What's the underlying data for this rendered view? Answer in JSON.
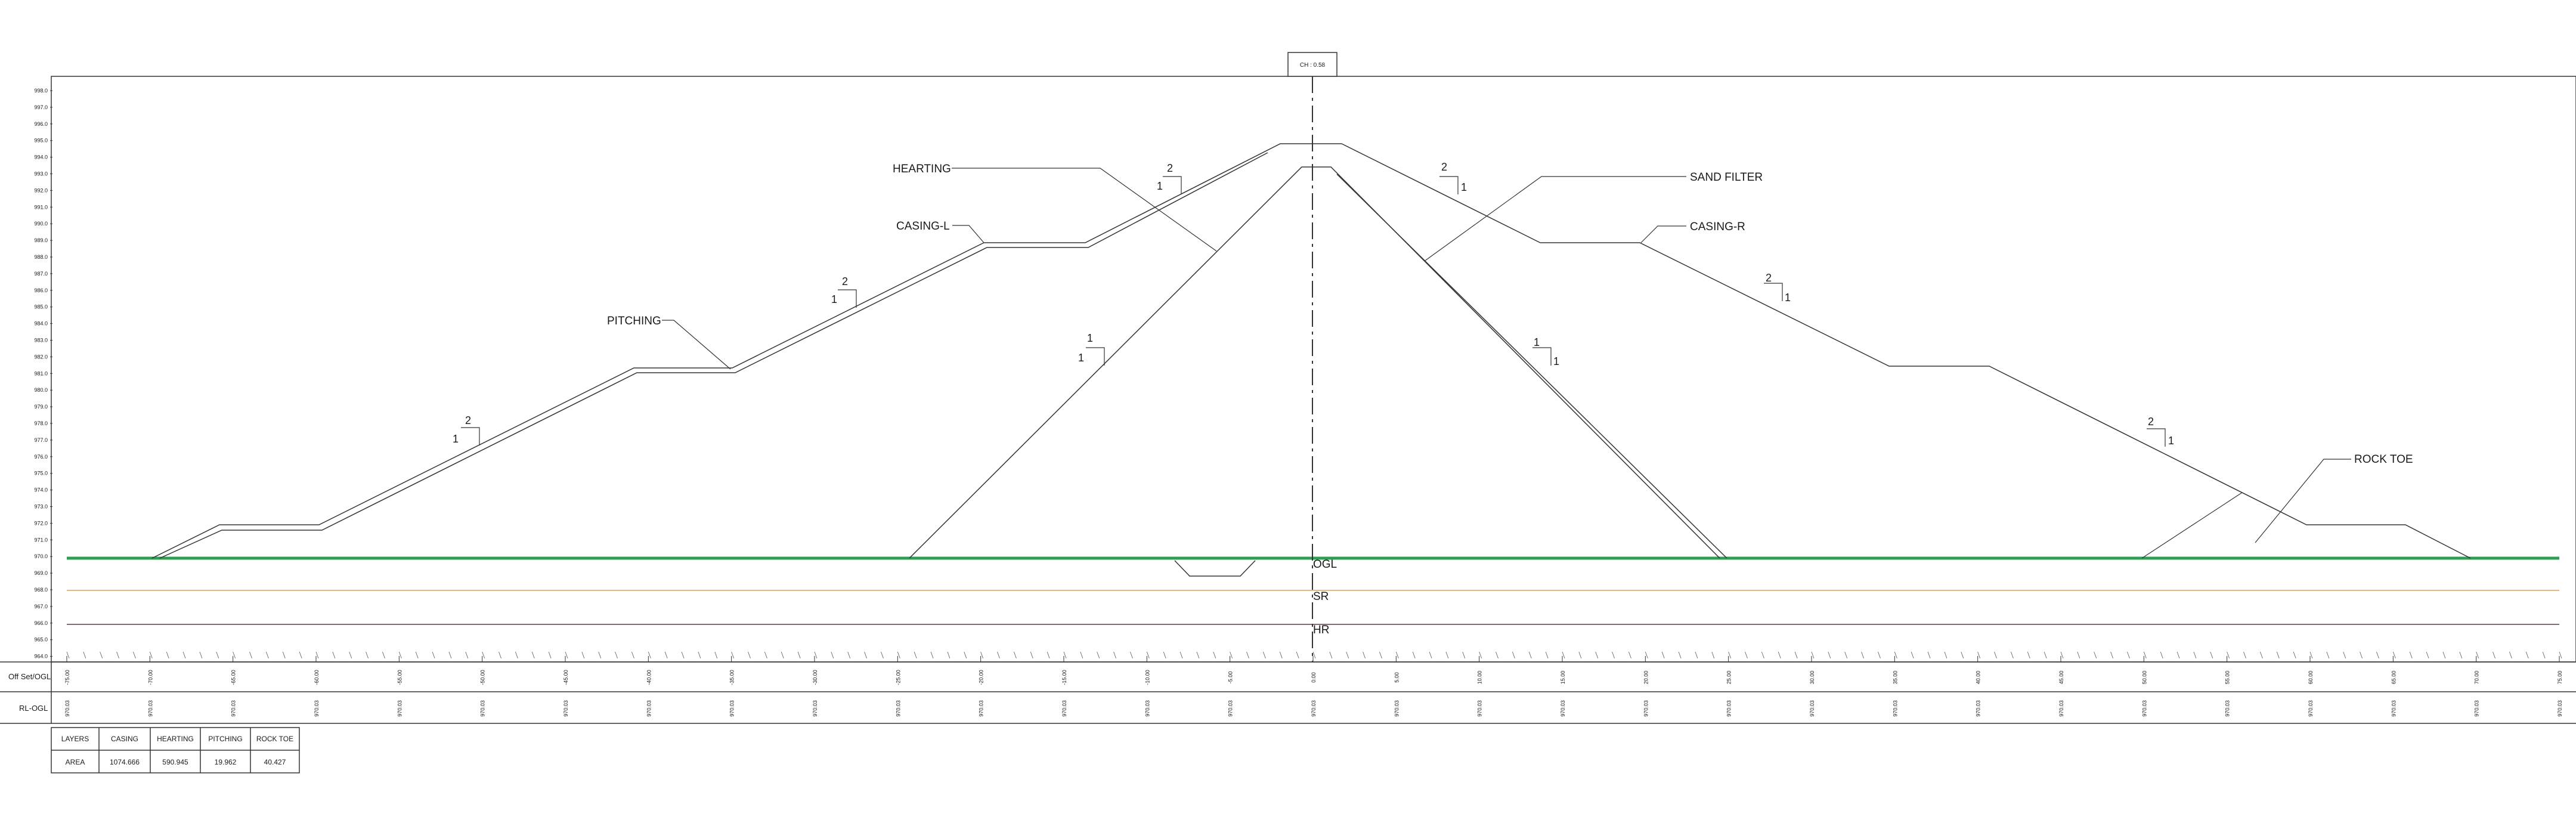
{
  "chainage": "CH : 0.58",
  "levels": [
    "998.0",
    "997.0",
    "996.0",
    "995.0",
    "994.0",
    "993.0",
    "992.0",
    "991.0",
    "990.0",
    "989.0",
    "988.0",
    "987.0",
    "986.0",
    "985.0",
    "984.0",
    "983.0",
    "982.0",
    "981.0",
    "980.0",
    "979.0",
    "978.0",
    "977.0",
    "976.0",
    "975.0",
    "974.0",
    "973.0",
    "972.0",
    "971.0",
    "970.0",
    "969.0",
    "968.0",
    "967.0",
    "966.0",
    "965.0",
    "964.0"
  ],
  "offsets": [
    "-75.00",
    "-70.00",
    "-65.00",
    "-60.00",
    "-55.00",
    "-50.00",
    "-45.00",
    "-40.00",
    "-35.00",
    "-30.00",
    "-25.00",
    "-20.00",
    "-15.00",
    "-10.00",
    "-5.00",
    "0.00",
    "5.00",
    "10.00",
    "15.00",
    "20.00",
    "25.00",
    "30.00",
    "35.00",
    "40.00",
    "45.00",
    "50.00",
    "55.00",
    "60.00",
    "65.00",
    "70.00",
    "75.00"
  ],
  "rl_value": "970.03",
  "rows": {
    "offset_label": "Off Set/OGL",
    "rl_label": "RL-OGL"
  },
  "labels": {
    "hearting": "HEARTING",
    "casing_l": "CASING-L",
    "pitching": "PITCHING",
    "sand_filter": "SAND FILTER",
    "casing_r": "CASING-R",
    "rock_toe": "ROCK TOE",
    "ogl": "OGL",
    "sr": "SR",
    "hr": "HR"
  },
  "slopes": [
    {
      "run": "2",
      "rise": "1"
    },
    {
      "run": "2",
      "rise": "1"
    },
    {
      "run": "2",
      "rise": "1"
    },
    {
      "run": "1",
      "rise": "1"
    },
    {
      "run": "2",
      "rise": "1"
    },
    {
      "run": "1",
      "rise": "1"
    },
    {
      "run": "2",
      "rise": "1"
    },
    {
      "run": "2",
      "rise": "1"
    }
  ],
  "area_table": {
    "headers": [
      "LAYERS",
      "CASING",
      "HEARTING",
      "PITCHING",
      "ROCK TOE"
    ],
    "values": [
      "AREA",
      "1074.666",
      "590.945",
      "19.962",
      "40.427"
    ]
  },
  "colors": {
    "ogl": "#2e9e52",
    "sr": "#e3b98a",
    "hr": "#8a6a6a",
    "line": "#333333"
  }
}
